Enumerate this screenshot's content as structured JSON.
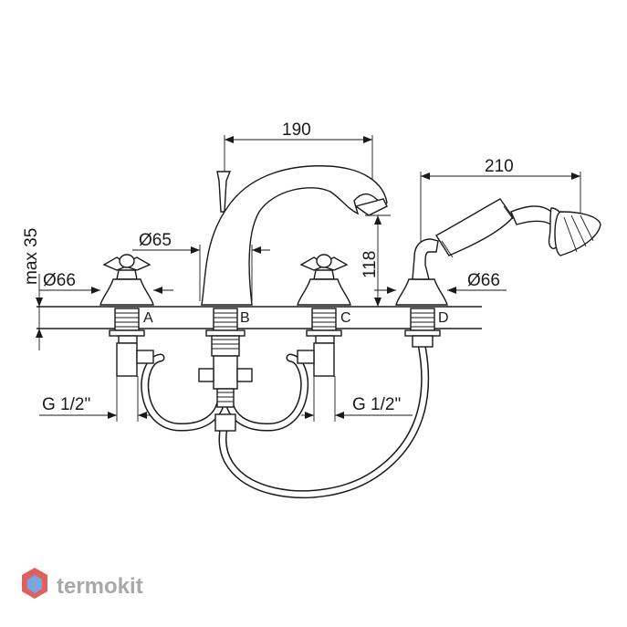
{
  "dimensions": {
    "spout_reach": "190",
    "handshower_reach": "210",
    "spout_height": "118",
    "base_diameter": "Ø65",
    "handle_diameter_left": "Ø66",
    "handle_diameter_right": "Ø66",
    "deck_thickness": "max 35",
    "connection_left": "G 1/2\"",
    "connection_right": "G 1/2\""
  },
  "points": {
    "a": "A",
    "b": "B",
    "c": "C",
    "d": "D"
  },
  "watermark": {
    "brand": "termokit",
    "logo_color": "#e06060",
    "logo_color_2": "#7aa6e0"
  }
}
